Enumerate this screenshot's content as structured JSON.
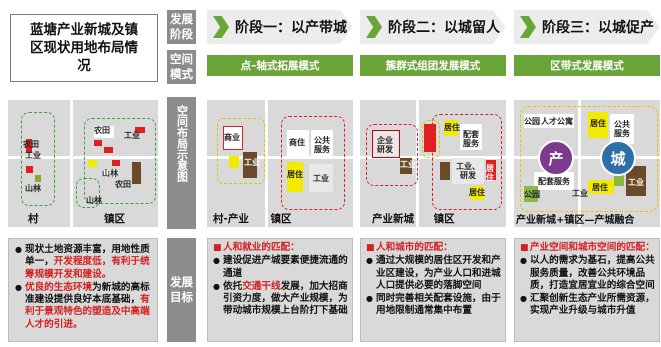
{
  "title": "蓝塘产业新城及镇区现状用地布局情况",
  "row_labels": {
    "stage": "发展阶段",
    "mode": "空间模式",
    "layout": "空间布局示意图",
    "target": "发展目标"
  },
  "stages": [
    {
      "label": "阶段一：以产带城",
      "mode": "点–轴式拓展模式"
    },
    {
      "label": "阶段二：以城留人",
      "mode": "簇群式组团发展模式"
    },
    {
      "label": "阶段三：以城促产",
      "mode": "区带式发展模式"
    }
  ],
  "current_map": {
    "labels": {
      "nongtian": "农田",
      "gongye": "工业",
      "shanlin": "山林",
      "nongtian2": "农田",
      "gongye2": "工业",
      "shanlin2": "山林",
      "nongtian3": "农田",
      "shanlin3": "山林"
    },
    "caption_left": "村",
    "caption_right": "镇区"
  },
  "map1": {
    "labels": {
      "shangye": "商业",
      "gongye": "工业",
      "shangzhu": "商住",
      "gongyong": "公共服务",
      "juzhu": "居住",
      "gongye2": "工业"
    },
    "caption": "村-产业 镇区"
  },
  "map2": {
    "labels": {
      "qiye": "企业研发",
      "gongye": "工业",
      "peitao": "配套服务",
      "juzhu": "居住",
      "gongye2": "工业、研发",
      "juzhu2": "居住",
      "juzhu3": "居住"
    },
    "caption": "产业新城 镇区"
  },
  "map3": {
    "labels": {
      "gongyuan": "公园",
      "rencai": "人才公寓",
      "juzhu": "居住",
      "gongxfuwu": "公共服务",
      "chan": "产",
      "cheng": "城",
      "peitao": "配套服务",
      "gongye": "工业",
      "juzhu2": "居住",
      "gongyuan2": "公园",
      "gongye2": "工业"
    },
    "caption": "产业新城+镇区—产城融合"
  },
  "current_text": [
    {
      "plain": "现状土地资源丰富，用地性质单一，",
      "red": "开发程度低，有利于统筹规模开发和建设。"
    },
    {
      "plain_before": "优良的生态环境",
      "plain": "为新城的高标准建设提供良好本底基础，",
      "red": "有利于景观特色的塑造及中高端人才的引进。"
    }
  ],
  "stage_texts": [
    {
      "items": [
        {
          "red": "人和就业的匹配：",
          "plain": ""
        },
        {
          "plain": "建设促进产城要素便捷流通的通道"
        },
        {
          "pre": "依托",
          "red": "交通干线",
          "plain": "发展，加大招商引资力度，做大产业规模，为带动城市规模上台阶打下基础"
        }
      ]
    },
    {
      "items": [
        {
          "red": "人和城市的匹配：",
          "plain": ""
        },
        {
          "plain": "通过大规模的居住区开发和产业区建设，为产业人口和进城人口提供必要的落脚空间"
        },
        {
          "plain": "同时完善相关配套设施，由于用地限制通常集中布置"
        }
      ]
    },
    {
      "items": [
        {
          "red": "产业空间和城市空间的匹配：",
          "plain": ""
        },
        {
          "plain": "以人的需求为基石，提高公共服务质量，改善公共环境品质，打造宜居宜业的综合空间"
        },
        {
          "plain": "汇聚创新生态产业所需资源，实现产业升级与城市升值"
        }
      ]
    }
  ],
  "colors": {
    "green": "#6aa53a",
    "grey": "#8c8c8c",
    "red": "#d42020",
    "panel": "#d9d9d9",
    "purple": "#7b3a8a",
    "blue": "#2f6fa8",
    "yellow": "#f2ea00",
    "brown": "#6b4a2a"
  }
}
